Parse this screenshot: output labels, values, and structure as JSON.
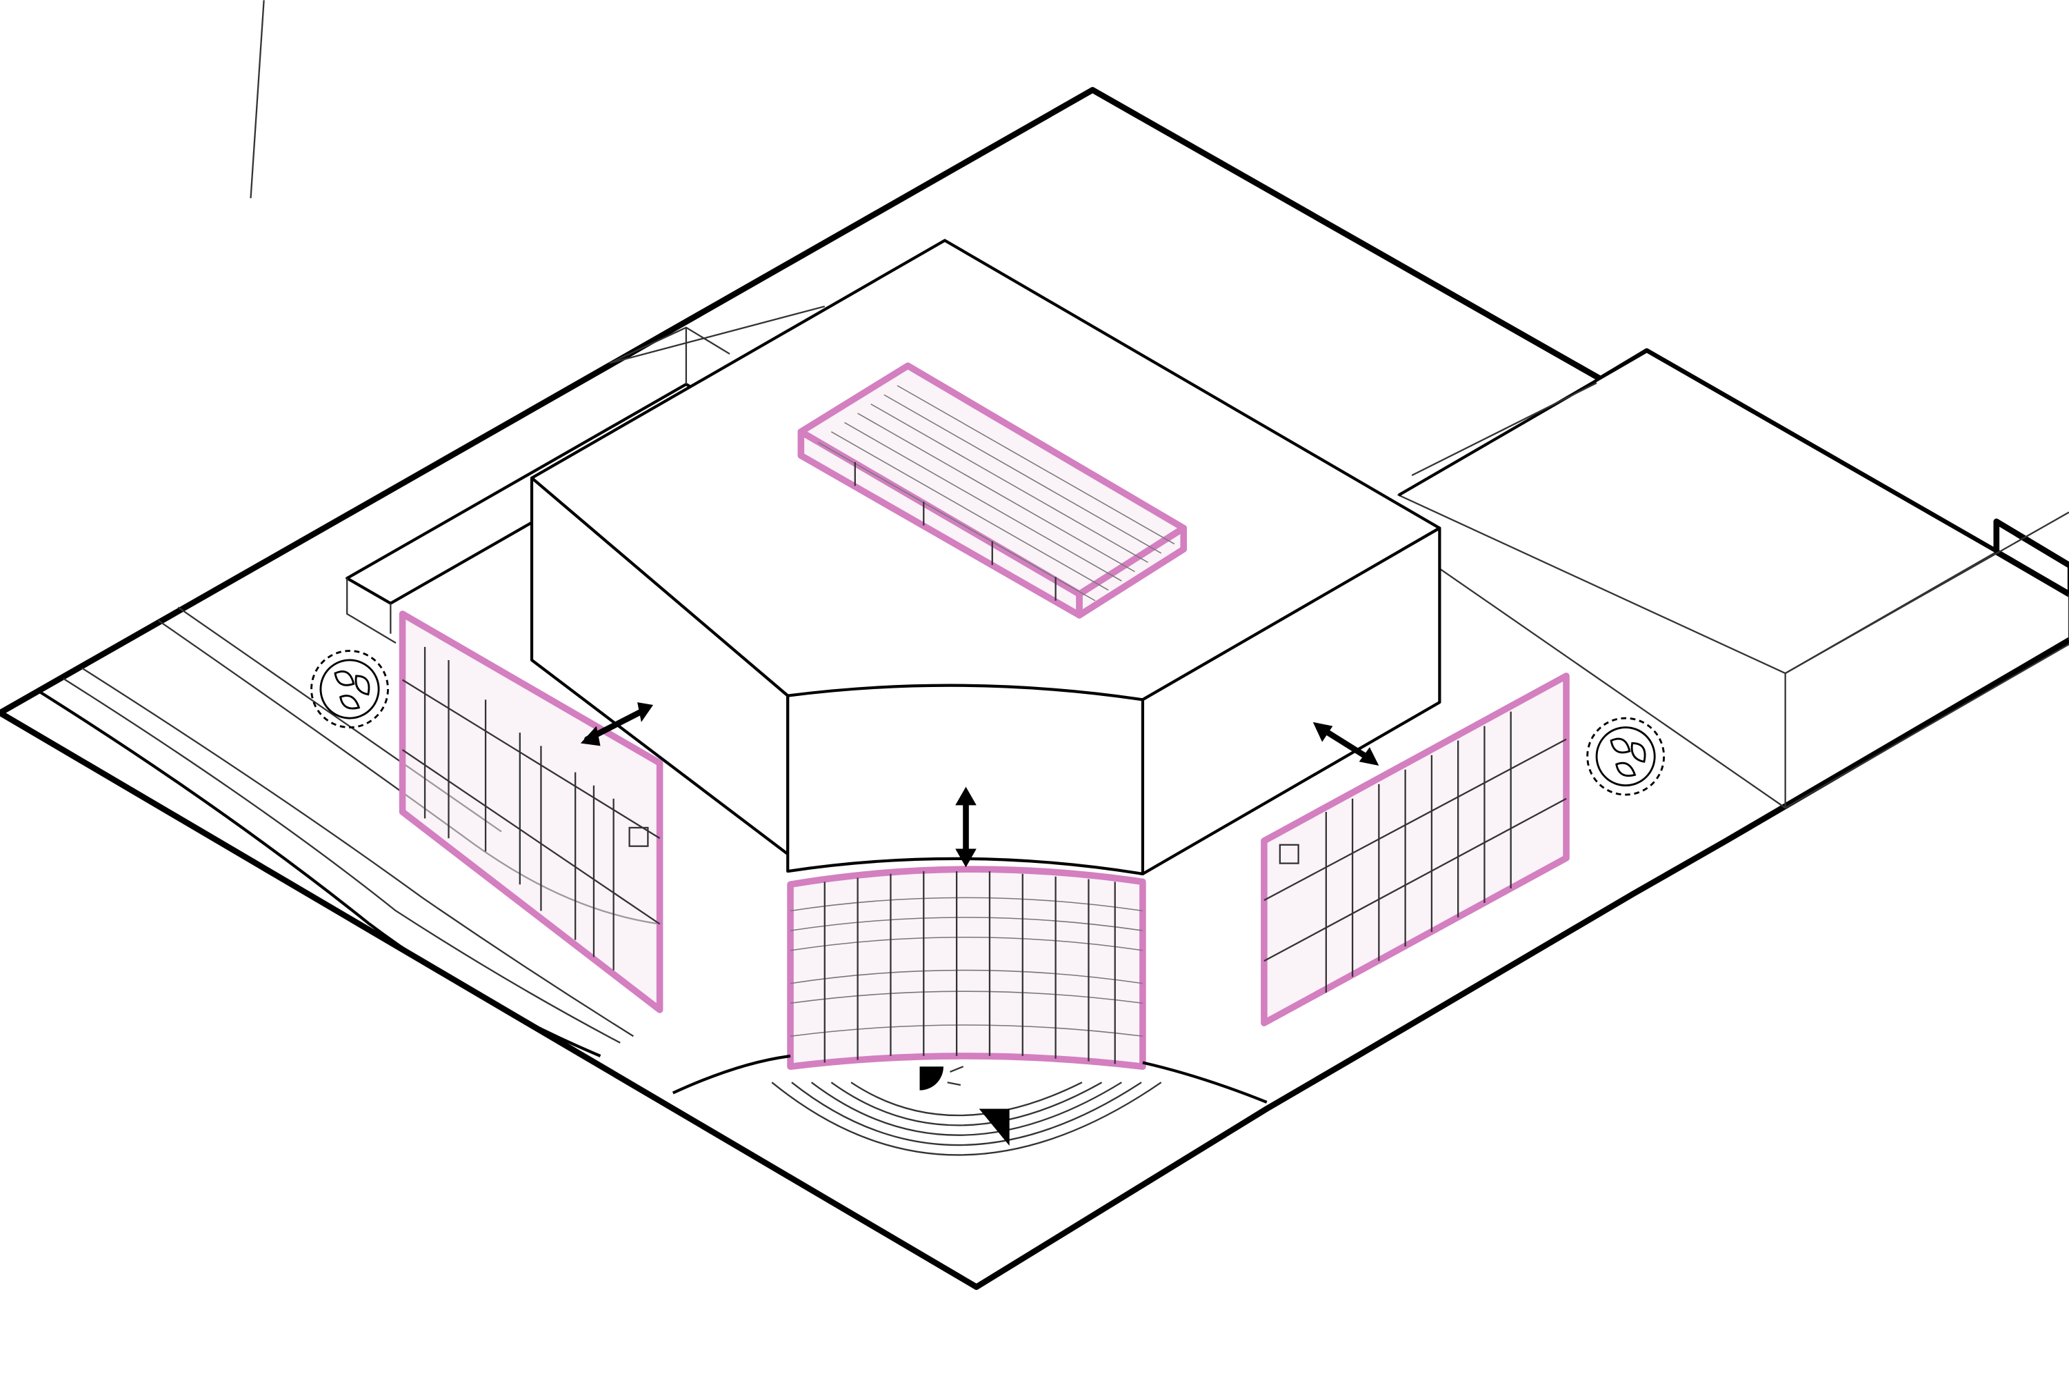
{
  "diagram": {
    "colors": {
      "line": "#000000",
      "highlight_stroke": "#d37fc0",
      "highlight_fill": "#f6e9f2",
      "background": "#ffffff"
    },
    "elements": {
      "site_plot": "site-outline",
      "main_building": "central-block",
      "skylight": "roof-skylight",
      "facade_left": "left-facade-panel",
      "facade_front": "curved-front-facade",
      "facade_right": "right-facade-panel",
      "plaza": "amphitheater-steps",
      "arrows": [
        "double-arrow-left",
        "double-arrow-front",
        "double-arrow-right"
      ],
      "eco_icons": [
        "leaf-cycle-icon-left",
        "leaf-cycle-icon-right"
      ],
      "view_icon": "sun-eye-icon"
    }
  }
}
